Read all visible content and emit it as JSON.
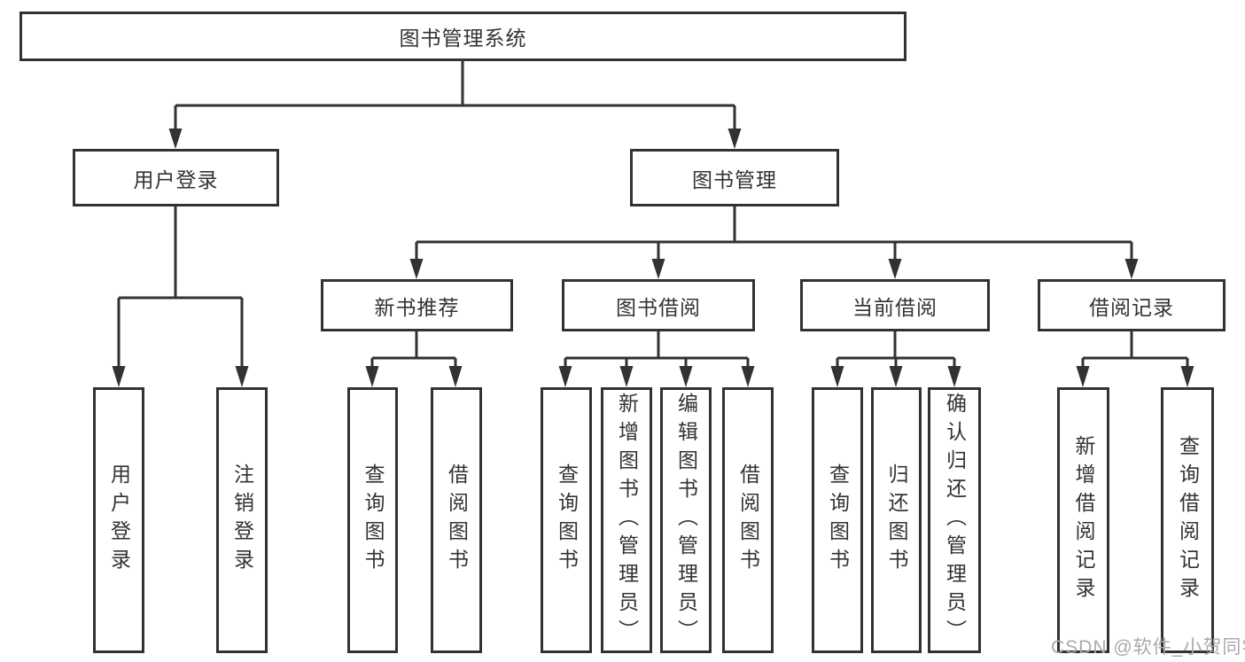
{
  "diagram_title": "图书管理系统",
  "tree": {
    "root": {
      "label": "图书管理系统"
    },
    "children": [
      {
        "label": "用户登录",
        "children": [
          {
            "label": "用户登录"
          },
          {
            "label": "注销登录"
          }
        ]
      },
      {
        "label": "图书管理",
        "children": [
          {
            "label": "新书推荐",
            "children": [
              {
                "label": "查询图书"
              },
              {
                "label": "借阅图书"
              }
            ]
          },
          {
            "label": "图书借阅",
            "children": [
              {
                "label": "查询图书"
              },
              {
                "label": "新增图书（管理员）"
              },
              {
                "label": "编辑图书（管理员）"
              },
              {
                "label": "借阅图书"
              }
            ]
          },
          {
            "label": "当前借阅",
            "children": [
              {
                "label": "查询图书"
              },
              {
                "label": "归还图书"
              },
              {
                "label": "确认归还（管理员）"
              }
            ]
          },
          {
            "label": "借阅记录",
            "children": [
              {
                "label": "新增借阅记录"
              },
              {
                "label": "查询借阅记录"
              }
            ]
          }
        ]
      }
    ]
  },
  "watermark": {
    "text": "CSDN @软件_小贺同学"
  },
  "colors": {
    "line": "#323232",
    "border": "#323232",
    "text": "#333333",
    "background": "#ffffff",
    "watermark": "#aaaaaa"
  }
}
